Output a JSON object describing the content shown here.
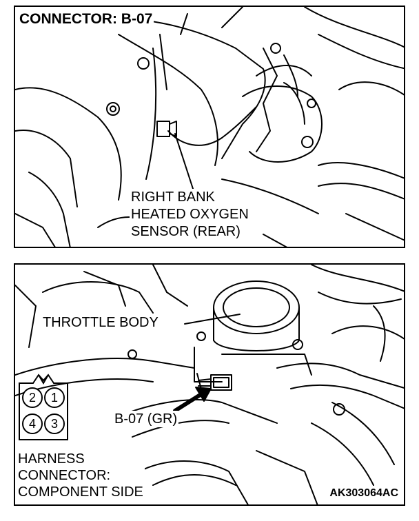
{
  "top_panel": {
    "title": "CONNECTOR: B-07",
    "sensor_label_lines": [
      "RIGHT BANK",
      "HEATED OXYGEN",
      "SENSOR (REAR)"
    ]
  },
  "bottom_panel": {
    "throttle_label": "THROTTLE BODY",
    "connector_label": "B-07 (GR)",
    "pins": [
      "2",
      "1",
      "4",
      "3"
    ],
    "harness_label_lines": [
      "HARNESS",
      "CONNECTOR:",
      "COMPONENT SIDE"
    ],
    "figure_code": "AK303064AC"
  }
}
